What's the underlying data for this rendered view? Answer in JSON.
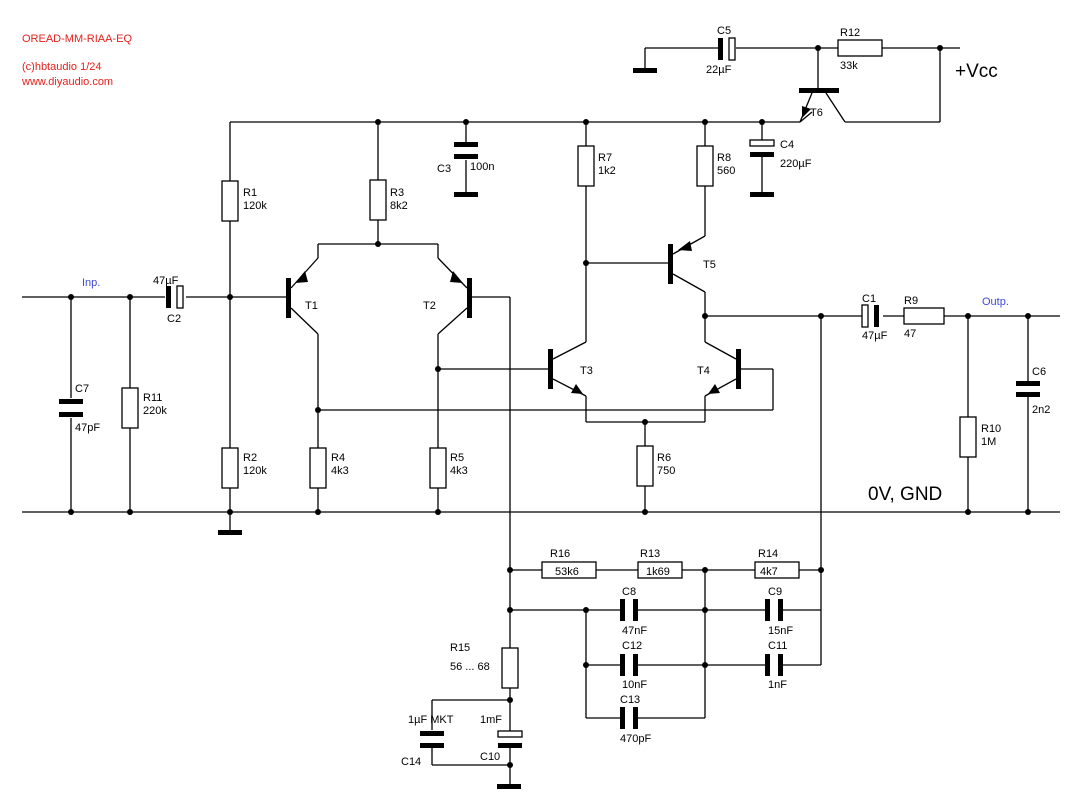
{
  "header": {
    "title": "OREAD-MM-RIAA-EQ",
    "copyright": "(c)hbtaudio 1/24",
    "website": "www.diyaudio.com"
  },
  "rails": {
    "supply": "+Vcc",
    "ground": "0V, GND"
  },
  "ports": {
    "input": "Inp.",
    "output": "Outp."
  },
  "colors": {
    "header_text": "#e8201c",
    "port_text": "#3c48d8",
    "wire": "#000000"
  },
  "components": {
    "R1": {
      "ref": "R1",
      "value": "120k"
    },
    "R2": {
      "ref": "R2",
      "value": "120k"
    },
    "R3": {
      "ref": "R3",
      "value": "8k2"
    },
    "R4": {
      "ref": "R4",
      "value": "4k3"
    },
    "R5": {
      "ref": "R5",
      "value": "4k3"
    },
    "R6": {
      "ref": "R6",
      "value": "750"
    },
    "R7": {
      "ref": "R7",
      "value": "1k2"
    },
    "R8": {
      "ref": "R8",
      "value": "560"
    },
    "R9": {
      "ref": "R9",
      "value": "47"
    },
    "R10": {
      "ref": "R10",
      "value": "1M"
    },
    "R11": {
      "ref": "R11",
      "value": "220k"
    },
    "R12": {
      "ref": "R12",
      "value": "33k"
    },
    "R13": {
      "ref": "R13",
      "value": "1k69"
    },
    "R14": {
      "ref": "R14",
      "value": "4k7"
    },
    "R15": {
      "ref": "R15",
      "value": "56 ... 68"
    },
    "R16": {
      "ref": "R16",
      "value": "53k6"
    },
    "C1": {
      "ref": "C1",
      "value": "47µF"
    },
    "C2": {
      "ref": "C2",
      "value": "47µF"
    },
    "C3": {
      "ref": "C3",
      "value": "100n"
    },
    "C4": {
      "ref": "C4",
      "value": "220µF"
    },
    "C5": {
      "ref": "C5",
      "value": "22µF"
    },
    "C6": {
      "ref": "C6",
      "value": "2n2"
    },
    "C7": {
      "ref": "C7",
      "value": "47pF"
    },
    "C8": {
      "ref": "C8",
      "value": "47nF"
    },
    "C9": {
      "ref": "C9",
      "value": "15nF"
    },
    "C10": {
      "ref": "C10",
      "value": "1mF"
    },
    "C11": {
      "ref": "C11",
      "value": "1nF"
    },
    "C12": {
      "ref": "C12",
      "value": "10nF"
    },
    "C13": {
      "ref": "C13",
      "value": "470pF"
    },
    "C14": {
      "ref": "C14",
      "value": "1µF MKT"
    },
    "T1": {
      "ref": "T1"
    },
    "T2": {
      "ref": "T2"
    },
    "T3": {
      "ref": "T3"
    },
    "T4": {
      "ref": "T4"
    },
    "T5": {
      "ref": "T5"
    },
    "T6": {
      "ref": "T6"
    }
  }
}
